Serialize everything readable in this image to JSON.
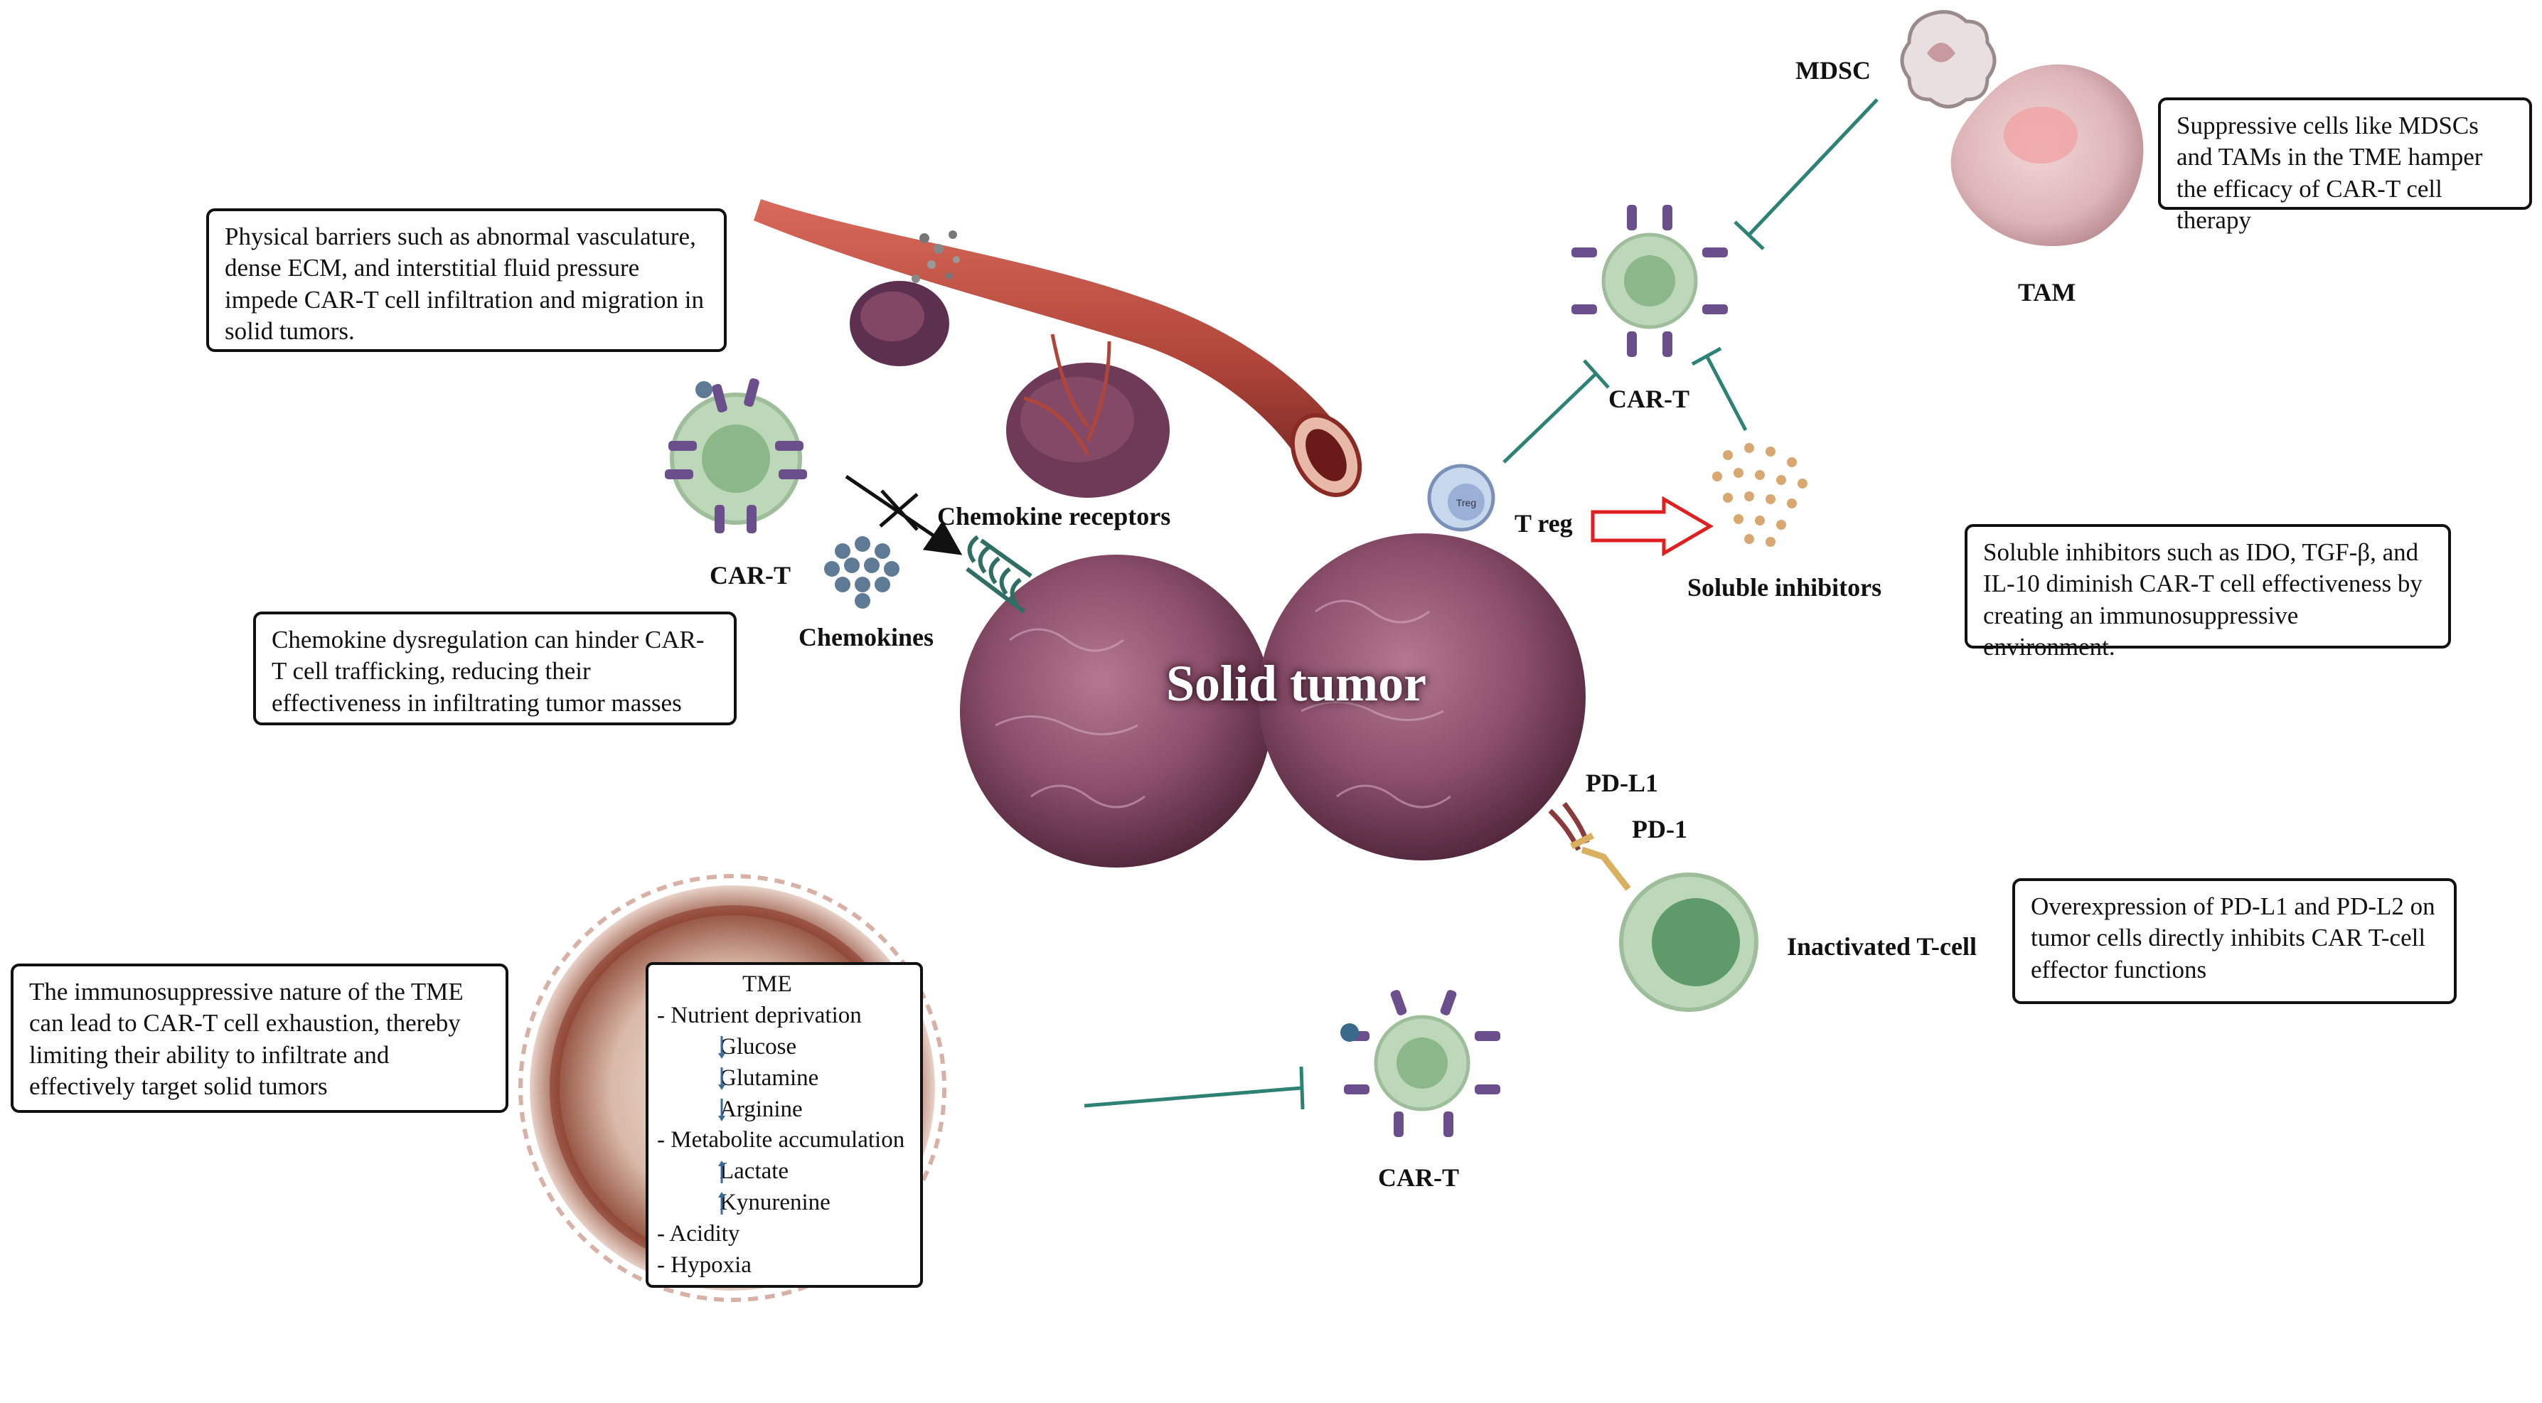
{
  "labels": {
    "mdsc": "MDSC",
    "tam": "TAM",
    "car_t_top": "CAR-T",
    "car_t_left": "CAR-T",
    "car_t_bottom": "CAR-T",
    "chemokine_receptors": "Chemokine receptors",
    "chemokines": "Chemokines",
    "t_reg": "T reg",
    "treg_cell_text": "Treg",
    "soluble_inhibitors": "Soluble inhibitors",
    "solid_tumor": "Solid tumor",
    "pd_l1": "PD-L1",
    "pd_1": "PD-1",
    "inactivated_t_cell": "Inactivated T-cell"
  },
  "boxes": {
    "physical_barriers": "Physical barriers such as abnormal vasculature, dense ECM, and interstitial fluid pressure impede CAR-T cell infiltration and migration in solid tumors.",
    "suppressive_cells": "Suppressive cells like MDSCs and TAMs in the TME hamper the efficacy of CAR-T cell therapy",
    "chemokine_dysregulation": "Chemokine dysregulation can hinder CAR-T cell trafficking, reducing their effectiveness in infiltrating tumor masses",
    "soluble_inhibitors_box": "Soluble inhibitors such as IDO, TGF-β, and IL-10 diminish CAR-T cell effectiveness by creating an immunosuppressive environment.",
    "immunosuppressive_tme": "The immunosuppressive nature of the TME can lead to CAR-T cell exhaustion, thereby limiting their ability to infiltrate and effectively target solid tumors",
    "pd_l1_overexpression": "Overexpression of PD-L1 and PD-L2 on tumor cells directly inhibits CAR T-cell effector functions"
  },
  "tme": {
    "title": "TME",
    "nutrient": "- Nutrient deprivation",
    "glucose": "Glucose",
    "glutamine": "Glutamine",
    "arginine": "Arginine",
    "metabolite": "- Metabolite accumulation",
    "lactate": "Lactate",
    "kynurenine": "Kynurenine",
    "acidity": "- Acidity",
    "hypoxia": "- Hypoxia"
  },
  "colors": {
    "inhibition_line": "#2e8275",
    "car_t_cell": "#bcd8b8",
    "receptor": "#6b4e8c",
    "tumor": "#8a4e6a",
    "vessel": "#b0453a",
    "treg_arrow": "#e02020"
  }
}
